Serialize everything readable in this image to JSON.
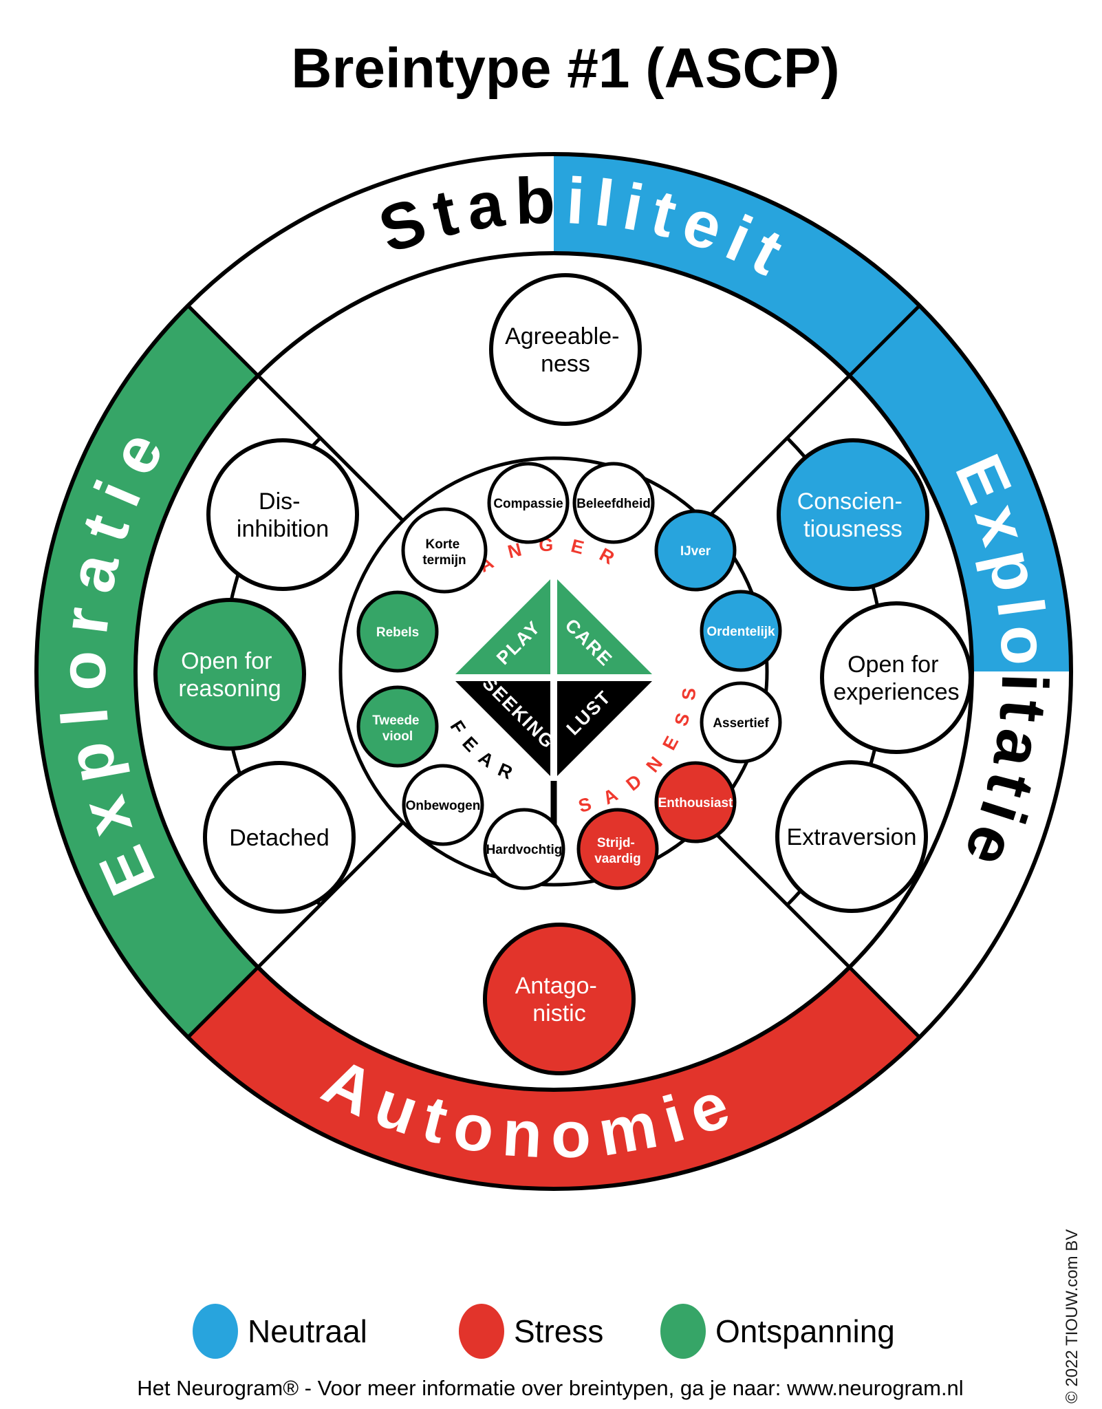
{
  "title": "Breintype #1 (ASCP)",
  "colors": {
    "neutraal_blue": "#28A4DD",
    "stress_red": "#E2342B",
    "ontspanning_green": "#36A567",
    "emotion_red": "#F0392E",
    "outline_black": "#000000"
  },
  "outer_ring": {
    "top": {
      "black_part": "Stab",
      "white_part": "iliteit"
    },
    "right": {
      "white_part": "Explo",
      "black_part": "itatie"
    },
    "bottom": {
      "label": "Autonomie"
    },
    "left": {
      "label": "Exploratie"
    }
  },
  "emotions": {
    "top": "ANGER",
    "bottom_right": "SADNESS",
    "bottom_left": "FEAR"
  },
  "core_diamond": {
    "top_left": "PLAY",
    "top_right": "CARE",
    "bottom_left": "SEEKING",
    "bottom_right": "LUST"
  },
  "middle_circles": {
    "agreeableness": {
      "line1": "Agreeable-",
      "line2": "ness",
      "state": "none"
    },
    "conscientiousness": {
      "line1": "Conscien-",
      "line2": "tiousness",
      "state": "neutraal"
    },
    "open_for_experiences": {
      "line1": "Open for",
      "line2": "experiences",
      "state": "none"
    },
    "extraversion": {
      "line1": "Extraversion",
      "state": "none"
    },
    "antagonistic": {
      "line1": "Antago-",
      "line2": "nistic",
      "state": "stress"
    },
    "detached": {
      "line1": "Detached",
      "state": "none"
    },
    "open_for_reasoning": {
      "line1": "Open for",
      "line2": "reasoning",
      "state": "ontspanning"
    },
    "disinhibition": {
      "line1": "Dis-",
      "line2": "inhibition",
      "state": "none"
    }
  },
  "inner_circles": {
    "korte_termijn": {
      "line1": "Korte",
      "line2": "termijn",
      "state": "none"
    },
    "compassie": {
      "line1": "Compassie",
      "state": "none"
    },
    "beleefdheid": {
      "line1": "Beleefdheid",
      "state": "none"
    },
    "ijver": {
      "line1": "IJver",
      "state": "neutraal"
    },
    "ordentelijk": {
      "line1": "Ordentelijk",
      "state": "neutraal"
    },
    "assertief": {
      "line1": "Assertief",
      "state": "none"
    },
    "enthousiast": {
      "line1": "Enthousiast",
      "state": "stress"
    },
    "strijdvaardig": {
      "line1": "Strijd-",
      "line2": "vaardig",
      "state": "stress"
    },
    "hardvochtig": {
      "line1": "Hardvochtig",
      "state": "none"
    },
    "onbewogen": {
      "line1": "Onbewogen",
      "state": "none"
    },
    "tweede_viool": {
      "line1": "Tweede",
      "line2": "viool",
      "state": "ontspanning"
    },
    "rebels": {
      "line1": "Rebels",
      "state": "ontspanning"
    }
  },
  "legend": {
    "items": [
      {
        "label": "Neutraal",
        "color": "#28A4DD"
      },
      {
        "label": "Stress",
        "color": "#E2342B"
      },
      {
        "label": "Ontspanning",
        "color": "#36A567"
      }
    ]
  },
  "footer": "Het Neurogram® - Voor meer informatie over breintypen, ga je naar: www.neurogram.nl",
  "copyright": "© 2022 TIOUW.com BV"
}
